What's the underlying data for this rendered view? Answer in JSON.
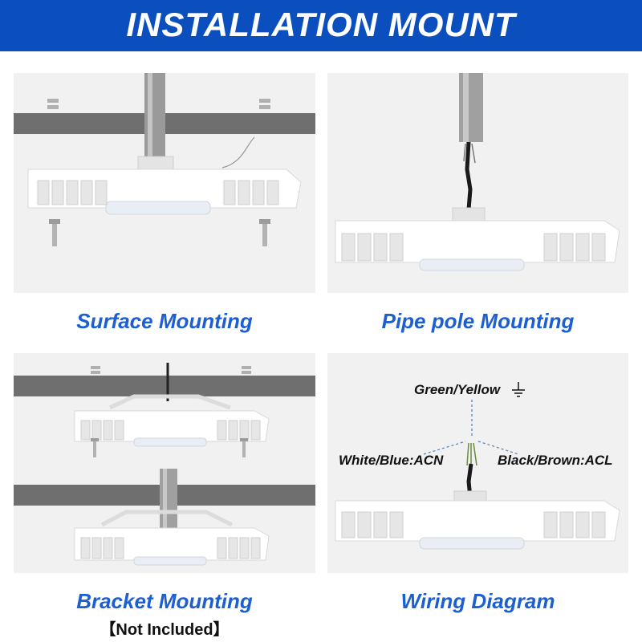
{
  "header": {
    "title": "INSTALLATION MOUNT"
  },
  "panels": {
    "surface": {
      "caption": "Surface Mounting"
    },
    "pipe": {
      "caption": "Pipe pole Mounting"
    },
    "bracket": {
      "caption": "Bracket Mounting",
      "note": "【Not Included】"
    },
    "wiring": {
      "caption": "Wiring Diagram",
      "ground_label": "Green/Yellow",
      "neutral_label": "White/Blue:ACN",
      "live_label": "Black/Brown:ACL"
    }
  },
  "colors": {
    "banner": "#0b4fbf",
    "caption": "#1c5fd1",
    "panel_bg": "#f1f1f1",
    "beam": "#6f6f6f"
  }
}
